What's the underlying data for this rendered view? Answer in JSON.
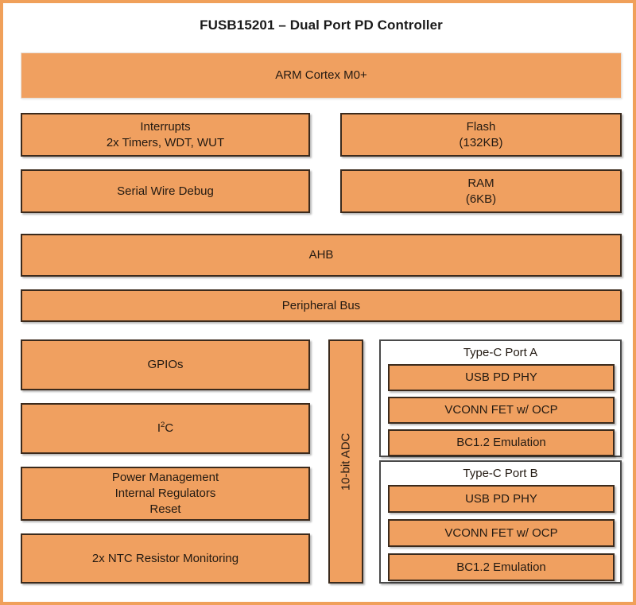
{
  "diagram": {
    "title": "FUSB15201 – Dual Port PD Controller",
    "colors": {
      "frame": "#f0a05a",
      "block_fill": "#f0a060",
      "block_border": "#3b2a1c",
      "group_border": "#4a4a4a",
      "group_fill": "#ffffff",
      "text": "#231a12",
      "background": "#ffffff"
    },
    "blocks": {
      "cpu": {
        "label": "ARM Cortex M0+"
      },
      "interrupts": {
        "line1": "Interrupts",
        "line2": "2x Timers, WDT, WUT"
      },
      "flash": {
        "line1": "Flash",
        "line2": "(132KB)"
      },
      "swd": {
        "label": "Serial Wire Debug"
      },
      "ram": {
        "line1": "RAM",
        "line2": "(6KB)"
      },
      "ahb": {
        "label": "AHB"
      },
      "peripheral_bus": {
        "label": "Peripheral Bus"
      },
      "gpios": {
        "label": "GPIOs"
      },
      "i2c": {
        "label_prefix": "I",
        "label_sup": "2",
        "label_suffix": "C"
      },
      "power_management": {
        "line1": "Power Management",
        "line2": "Internal Regulators",
        "line3": "Reset"
      },
      "ntc": {
        "label": "2x NTC Resistor Monitoring"
      },
      "adc": {
        "label": "10-bit ADC"
      }
    },
    "port_groups": [
      {
        "title": "Type-C Port A",
        "items": [
          {
            "label": "USB PD PHY"
          },
          {
            "label": "VCONN FET w/ OCP"
          },
          {
            "label": "BC1.2 Emulation"
          }
        ]
      },
      {
        "title": "Type-C Port B",
        "items": [
          {
            "label": "USB PD PHY"
          },
          {
            "label": "VCONN FET w/ OCP"
          },
          {
            "label": "BC1.2 Emulation"
          }
        ]
      }
    ]
  }
}
